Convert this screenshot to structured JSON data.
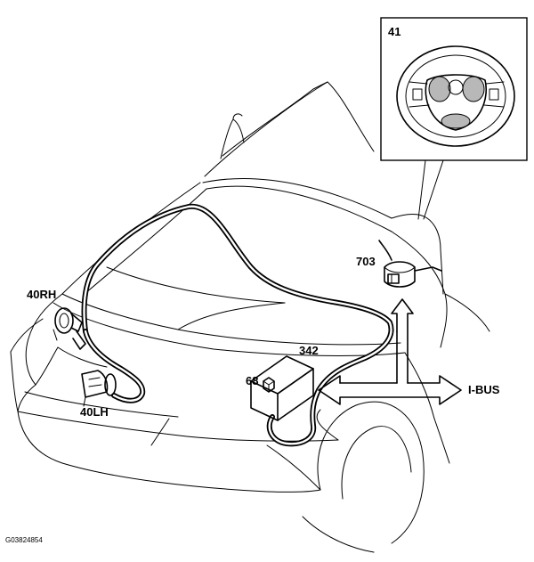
{
  "callouts": {
    "steering_wheel": "41",
    "horn_right": "40RH",
    "horn_left": "40LH",
    "clock_spring": "703",
    "control_module": "342",
    "connector": "68",
    "bus": "I-BUS"
  },
  "figure_code": "G03824854",
  "colors": {
    "line": "#000000",
    "background": "#ffffff",
    "airbag_shading": "#b8b8b8"
  }
}
